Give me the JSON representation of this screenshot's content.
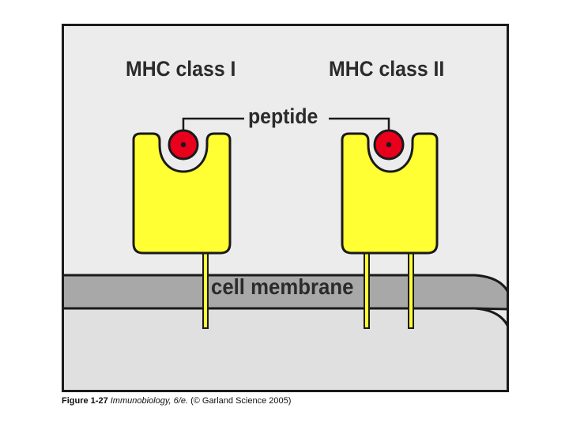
{
  "labels": {
    "mhc_class_1": "MHC class I",
    "mhc_class_2": "MHC class II",
    "peptide": "peptide",
    "cell_membrane": "cell membrane"
  },
  "caption": {
    "figure_number": "Figure 1-27",
    "book_title": "Immunobiology, 6/e.",
    "copyright": "(© Garland Science 2005)"
  },
  "colors": {
    "background": "#ececec",
    "cell_interior": "#e0e0e0",
    "membrane": "#a8a8a8",
    "mhc_molecule": "#ffff33",
    "peptide": "#e8001c",
    "outline": "#1a1a1a"
  }
}
